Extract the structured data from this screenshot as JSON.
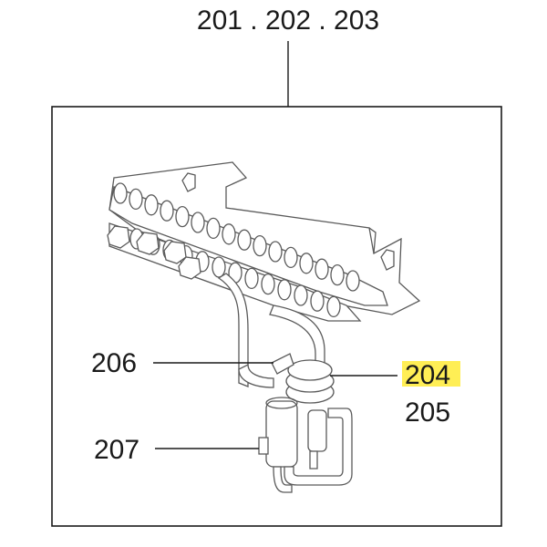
{
  "diagram": {
    "top_label": "201 . 202 . 203",
    "callouts": {
      "c206": "206",
      "c204": "204",
      "c205": "205",
      "c207": "207"
    },
    "highlight_color": "#ffee55",
    "line_color": "#5a5a5a"
  }
}
